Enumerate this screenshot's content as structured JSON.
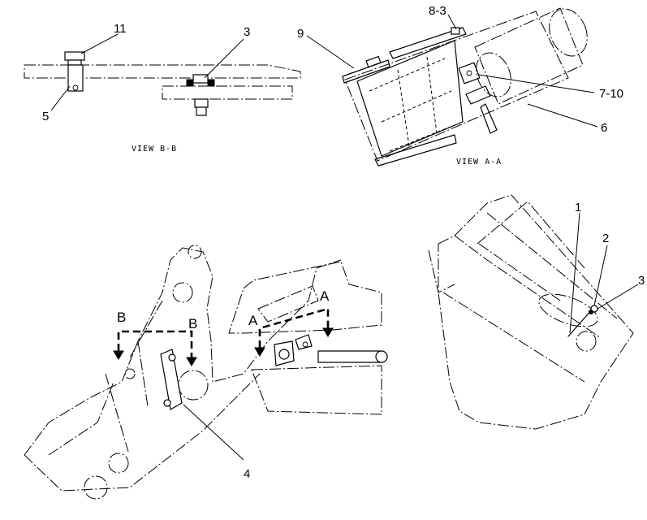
{
  "views": {
    "view_bb": "VIEW B-B",
    "view_aa": "VIEW A-A"
  },
  "callouts": {
    "c11": "11",
    "c3_top": "3",
    "c5": "5",
    "c8_3": "8-3",
    "c9": "9",
    "c7_10": "7-10",
    "c6": "6",
    "c1": "1",
    "c2": "2",
    "c3_right": "3",
    "c4": "4"
  },
  "section_markers": {
    "b_left": "B",
    "b_right": "B",
    "a_left": "A",
    "a_right": "A"
  }
}
